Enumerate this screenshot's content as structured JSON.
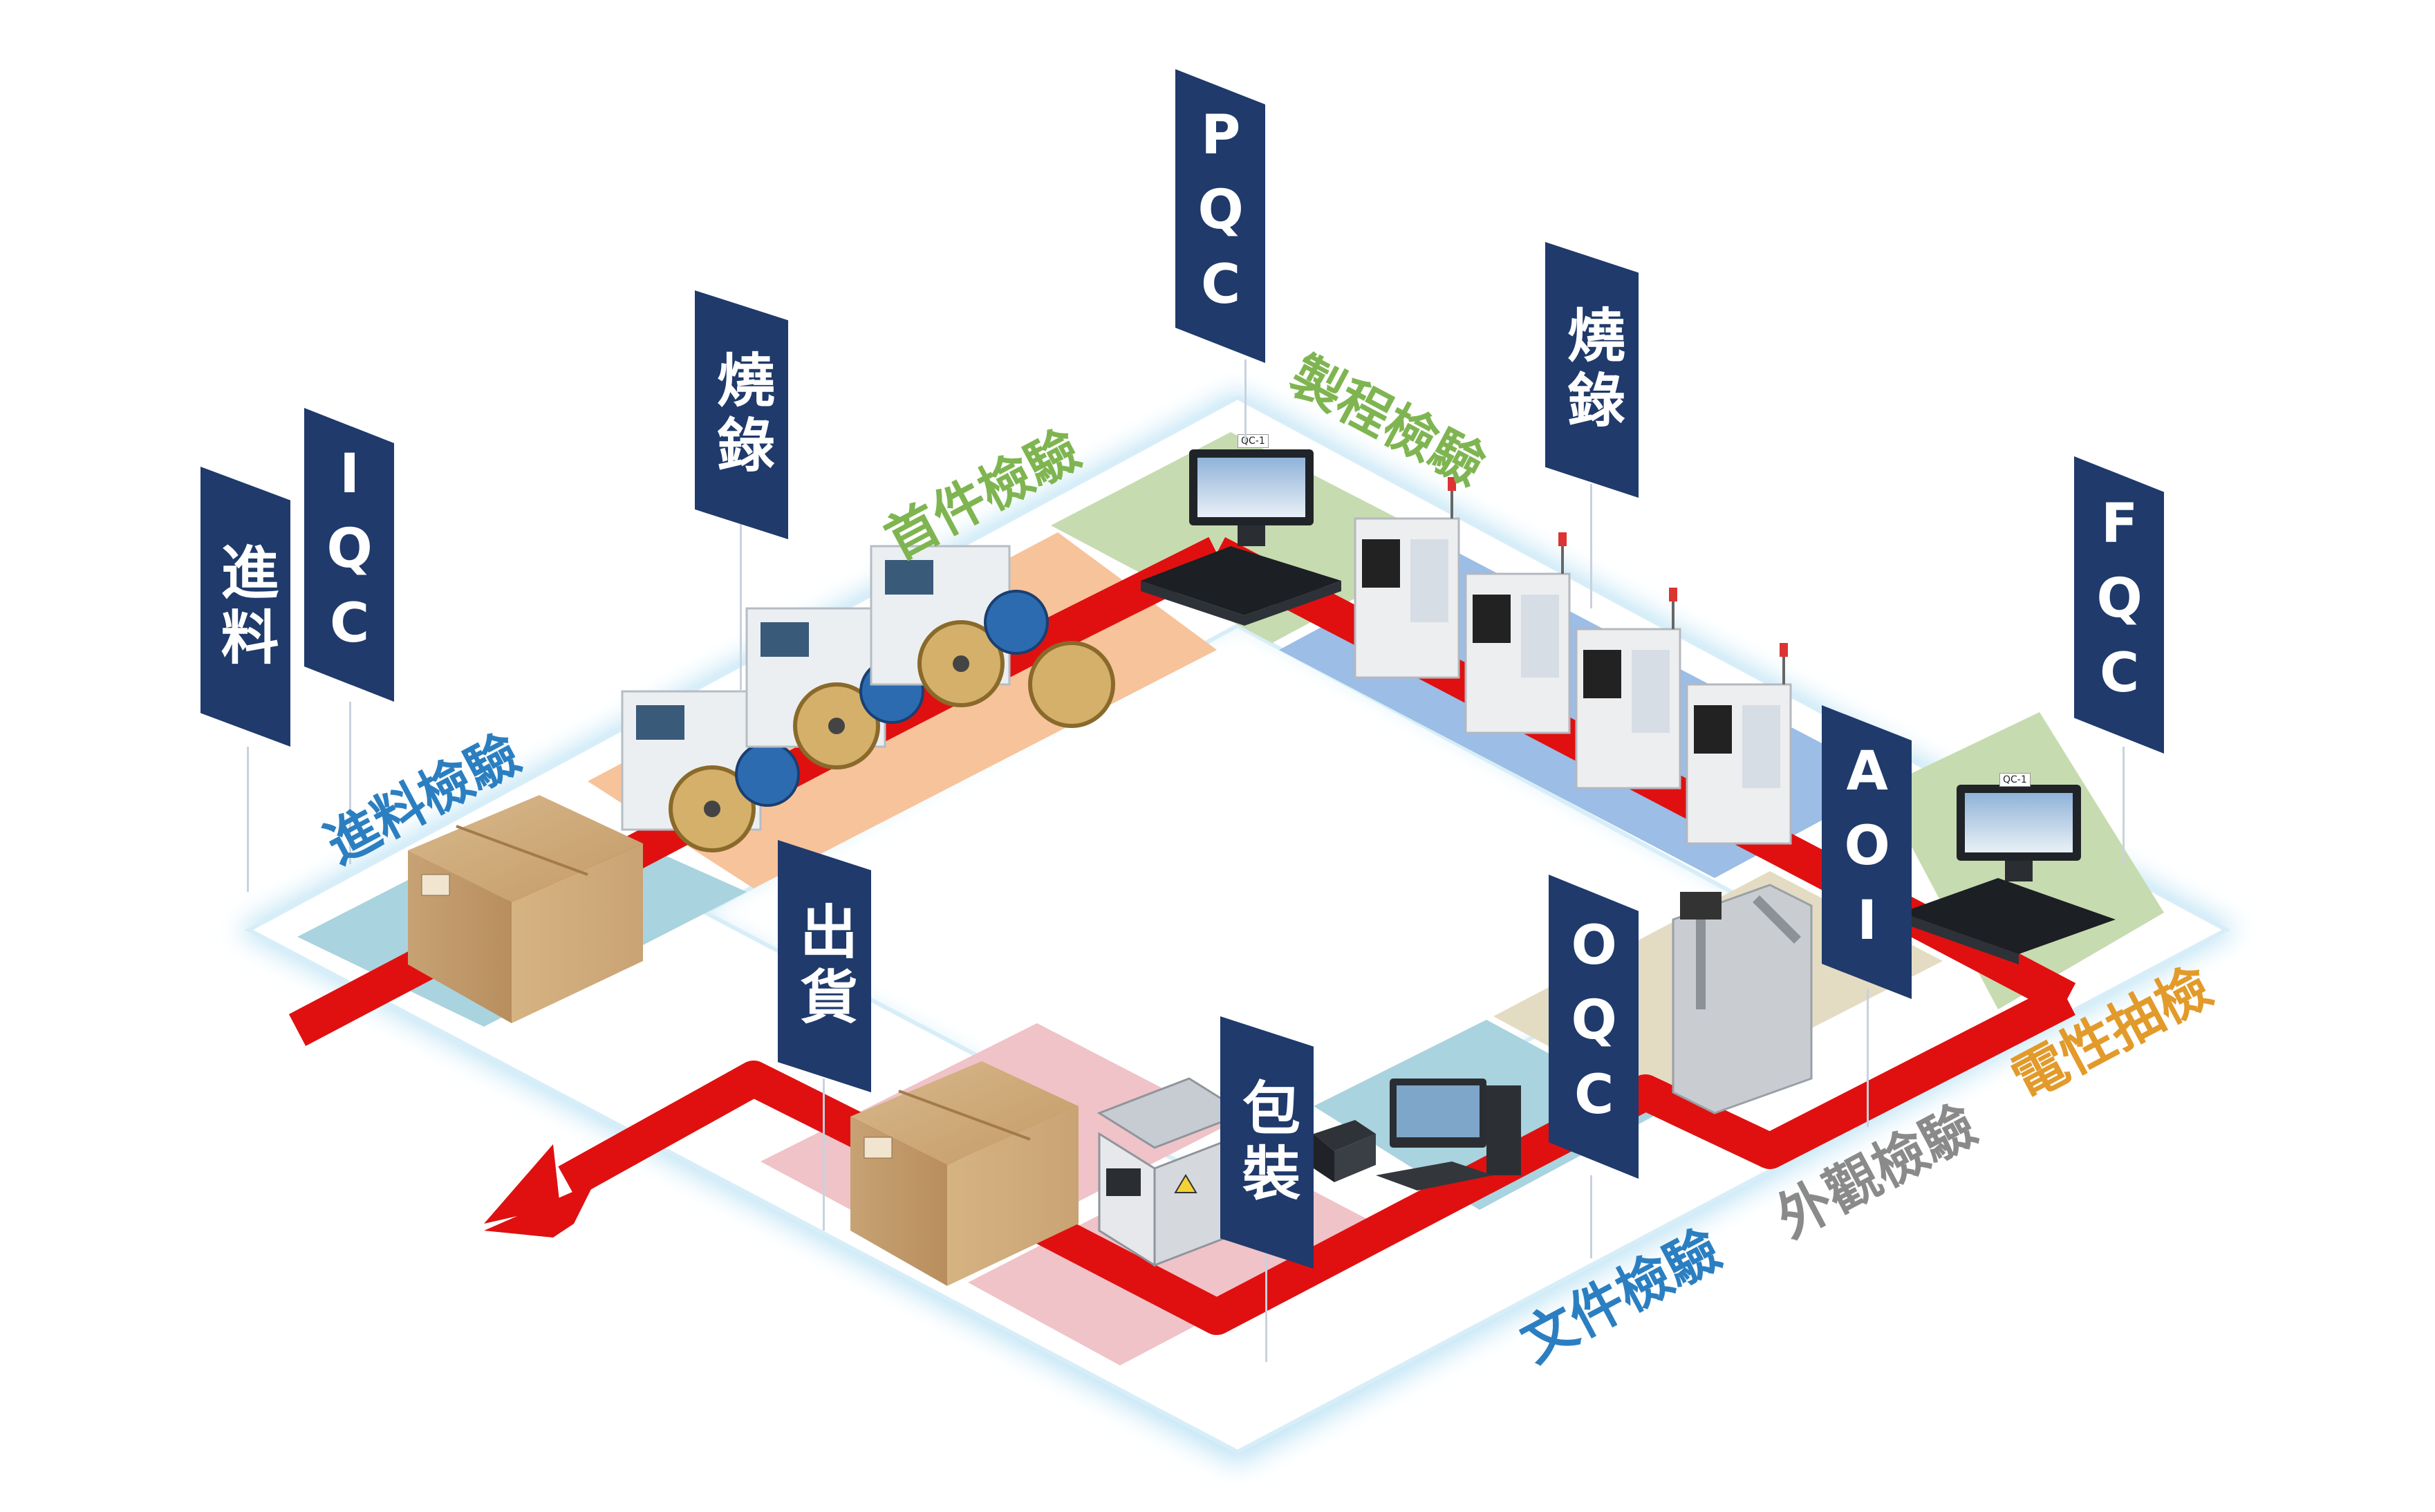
{
  "flags": {
    "incoming": "進料",
    "iqc": "IQC",
    "burn_left": "燒錄",
    "pqc": "PQC",
    "burn_right": "燒錄",
    "fqc": "FQC",
    "aoi": "AOI",
    "oqc": "OQC",
    "shipping": "出貨",
    "packaging": "包裝"
  },
  "zone_labels": {
    "incoming_inspection": "進料檢驗",
    "first_article_inspection": "首件檢驗",
    "process_inspection": "製程檢驗",
    "electrical_sampling": "電性抽檢",
    "visual_inspection": "外觀檢驗",
    "document_inspection": "文件檢驗"
  },
  "monitor_tags": {
    "pqc": "QC-1",
    "fqc": "QC-1"
  },
  "colors": {
    "flag": "#1f3a6b",
    "conveyor": "#e01010",
    "zone_blue_label": "#2b7fc1",
    "zone_green_label": "#7fb551",
    "zone_orange_label": "#e29a2a",
    "zone_gray_label": "#8a8a8a",
    "tile_teal": "#a9d3de",
    "tile_orange": "#f7c39b",
    "tile_green": "#c7dbb0",
    "tile_blue": "#9bbde6",
    "tile_tan": "#e3dcc3",
    "tile_pink": "#efc3c8",
    "glow": "#bfe4f5"
  },
  "icons": {
    "boxes": "cardboard-box-icon",
    "programmers": "tape-reel-programmer-icon",
    "aoi_machines": "aoi-machine-icon",
    "workstations": "qc-workstation-icon",
    "visual_station": "inspection-arm-icon",
    "pc": "desktop-pc-icon",
    "printer": "label-printer-icon",
    "sealer": "vacuum-sealer-icon"
  }
}
